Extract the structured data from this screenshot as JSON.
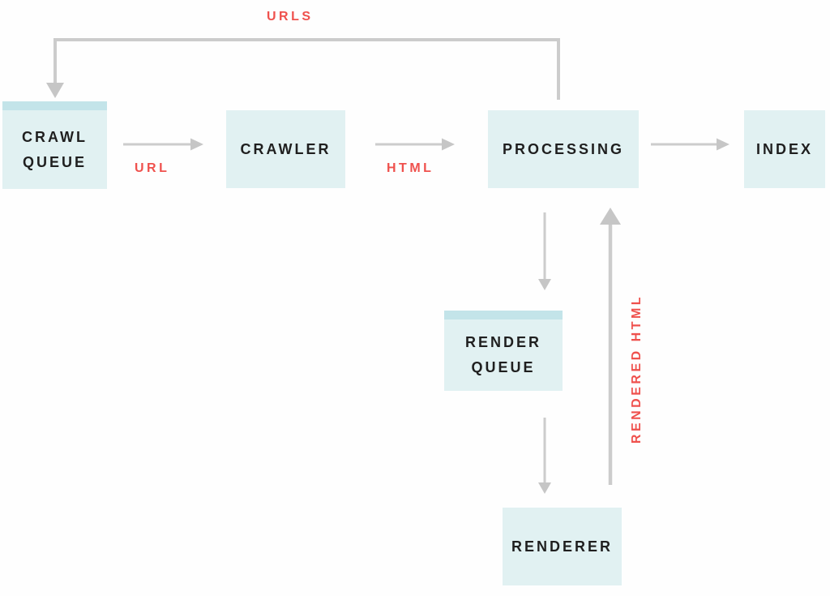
{
  "diagram": {
    "nodes": {
      "crawl_queue": {
        "lines": [
          "CRAWL",
          "QUEUE"
        ]
      },
      "crawler": {
        "label": "CRAWLER"
      },
      "processing": {
        "label": "PROCESSING"
      },
      "index": {
        "label": "INDEX"
      },
      "render_queue": {
        "lines": [
          "RENDER",
          "QUEUE"
        ]
      },
      "renderer": {
        "label": "RENDERER"
      }
    },
    "edge_labels": {
      "urls": "URLS",
      "url": "URL",
      "html": "HTML",
      "rendered_html": "RENDERED HTML"
    },
    "colors": {
      "node_fill": "#e1f1f2",
      "queue_strip": "#c3e4e9",
      "arrow_gray": "#cccccc",
      "label_red": "#ef514d",
      "node_text": "#1f1f1f",
      "background": "#fefefe"
    }
  }
}
